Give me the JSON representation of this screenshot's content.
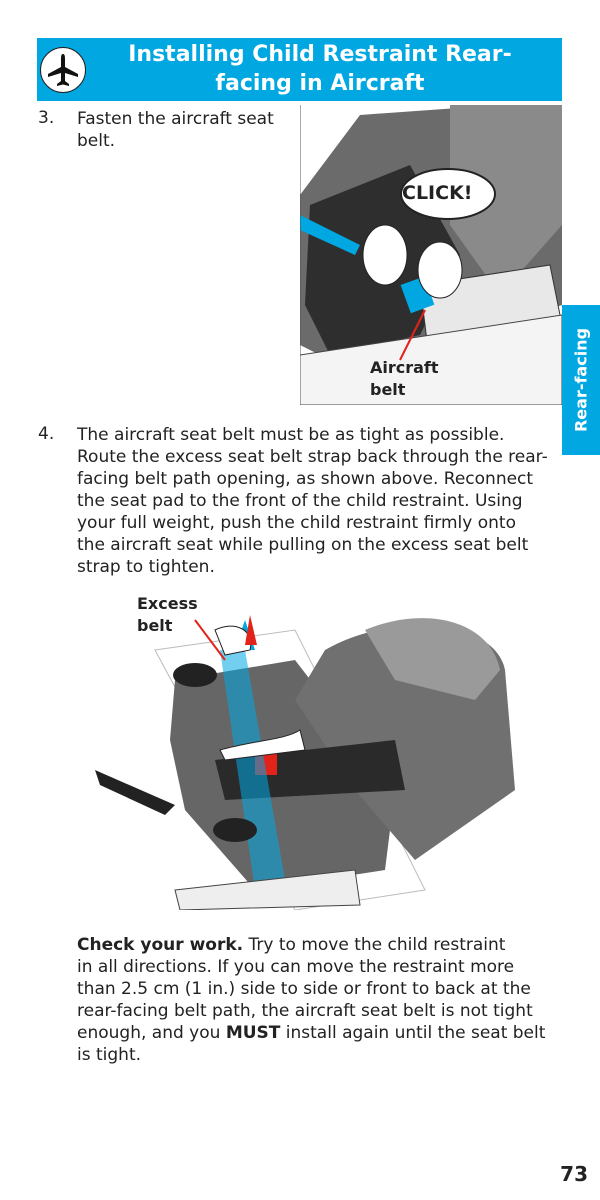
{
  "header": {
    "title_lines": [
      "Installing Child Restraint Rear-",
      "facing in Aircraft"
    ],
    "icon": "airplane-icon"
  },
  "side_tab": "Rear-facing",
  "step3": {
    "number": "3.",
    "lines": [
      "Fasten the aircraft seat",
      "belt."
    ]
  },
  "figure1": {
    "callout": "CLICK!",
    "label_lines": [
      "Aircraft",
      "belt"
    ]
  },
  "step4": {
    "number": "4.",
    "lines": [
      "The aircraft seat belt must be as tight as possible.",
      "Route the excess seat belt strap back through the rear-",
      "facing belt path opening, as shown above. Reconnect",
      "the seat pad to the front of the child restraint. Using",
      "your full weight, push the child restraint firmly onto",
      "the aircraft seat while pulling on the excess seat belt",
      "strap to tighten."
    ]
  },
  "figure2": {
    "label_lines": [
      "Excess",
      "belt"
    ]
  },
  "check": {
    "bold_lead": "Check your work.",
    "line1_rest": " Try to move the child restraint",
    "lines": [
      "in all directions. If you can move the restraint more",
      "than 2.5 cm (1 in.) side to side or front to back at the",
      "rear-facing belt path, the aircraft seat belt is not tight"
    ],
    "line5_pre": "enough, and you ",
    "must": "MUST",
    "line5_post": " install again until the seat belt",
    "last": "is tight."
  },
  "page_number": "73",
  "colors": {
    "accent": "#00a7e1",
    "arrow": "#e2231a"
  }
}
